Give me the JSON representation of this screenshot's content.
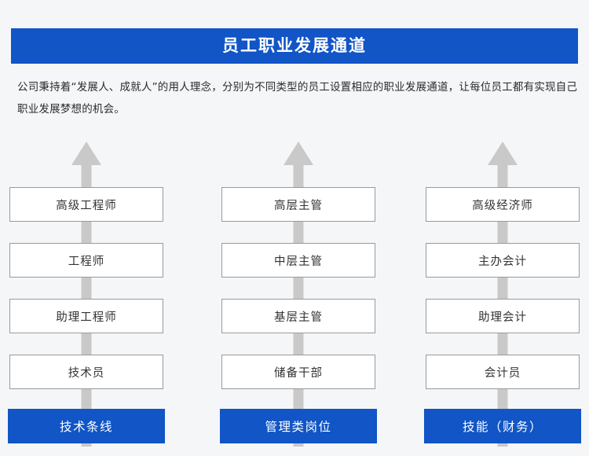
{
  "banner": {
    "title": "员工职业发展通道",
    "background_color": "#1155c6",
    "text_color": "#ffffff"
  },
  "intro": {
    "paragraph": "公司秉持着“发展人、成就人”的用人理念，分别为不同类型的员工设置相应的职业发展通道，让每位员工都有实现自己职业发展梦想的机会。"
  },
  "page": {
    "background_color": "#f5f6f8",
    "arrow_color": "#c9c9c9",
    "node_border_color": "#9a9a9a",
    "node_background_color": "#ffffff",
    "node_text_color": "#333333",
    "base_background_color": "#1155c6",
    "base_text_color": "#ffffff"
  },
  "columns": [
    {
      "id": "technical-track",
      "arrow_label": "upward-arrow",
      "levels": [
        "高级工程师",
        "工程师",
        "助理工程师",
        "技术员"
      ],
      "base_label": "技术条线"
    },
    {
      "id": "management-track",
      "arrow_label": "upward-arrow",
      "levels": [
        "高层主管",
        "中层主管",
        "基层主管",
        "储备干部"
      ],
      "base_label": "管理类岗位"
    },
    {
      "id": "skill-finance-track",
      "arrow_label": "upward-arrow",
      "levels": [
        "高级经济师",
        "主办会计",
        "助理会计",
        "会计员"
      ],
      "base_label": "技能（财务）"
    }
  ]
}
